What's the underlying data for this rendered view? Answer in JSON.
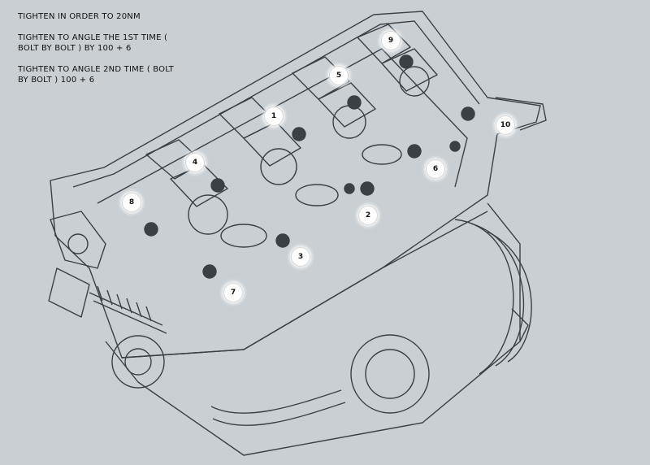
{
  "instructions": [
    "TIGHTEN IN ORDER TO 20NM",
    "TIGHTEN TO ANGLE THE 1ST TIME (\nBOLT BY BOLT ) BY 100 + 6",
    "TIGHTEN TO ANGLE 2ND TIME ( BOLT\nBY BOLT ) 100 + 6"
  ],
  "bolt_labels": [
    "1",
    "2",
    "3",
    "4",
    "5",
    "6",
    "7",
    "8",
    "9",
    "10"
  ],
  "colors": {
    "background": "#c9cfd3",
    "line": "#3a4046",
    "callout": "#ffffff"
  }
}
